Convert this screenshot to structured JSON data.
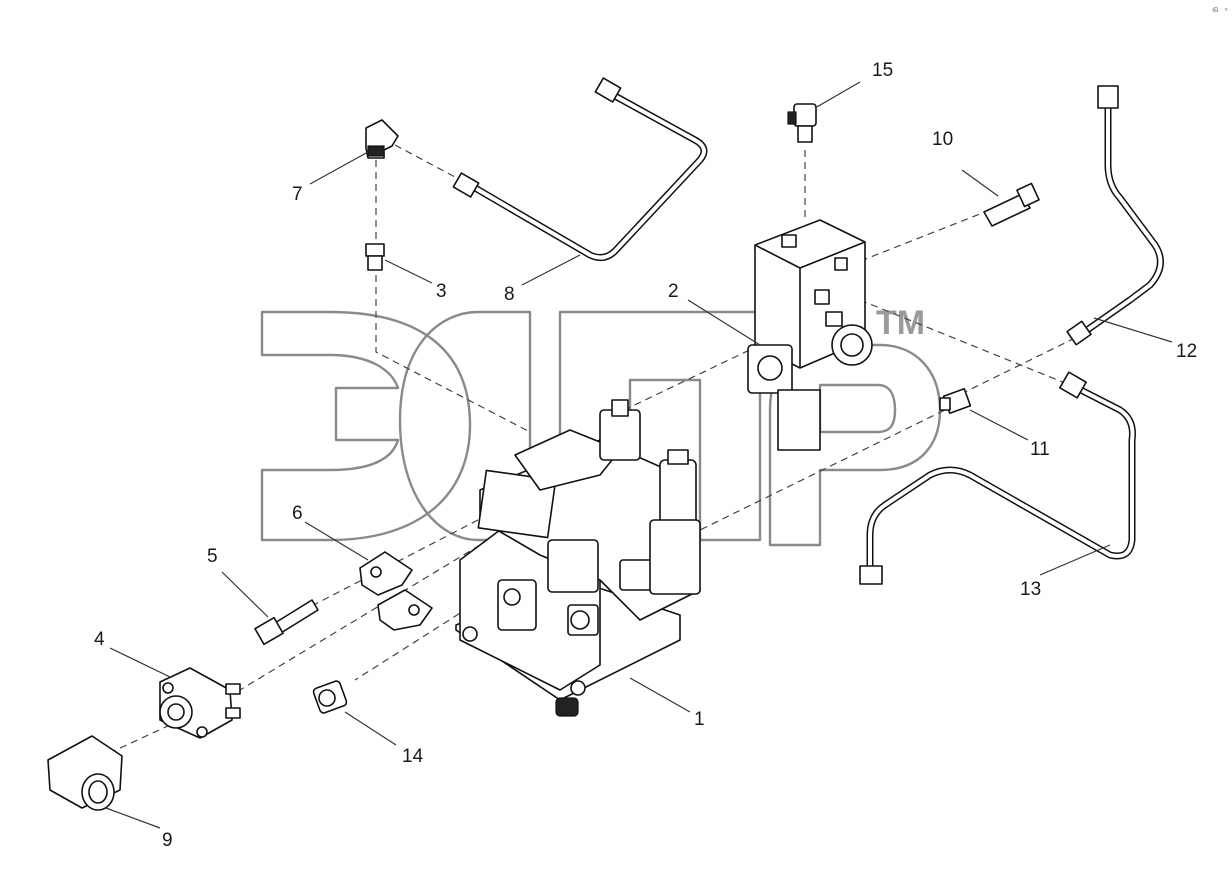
{
  "corner_mark": "ଈ ∘ ∘ ∘",
  "watermark": {
    "trademark": "TM"
  },
  "callouts": [
    {
      "id": "1",
      "label": "1"
    },
    {
      "id": "2",
      "label": "2"
    },
    {
      "id": "3",
      "label": "3"
    },
    {
      "id": "4",
      "label": "4"
    },
    {
      "id": "5",
      "label": "5"
    },
    {
      "id": "6",
      "label": "6"
    },
    {
      "id": "7",
      "label": "7"
    },
    {
      "id": "8",
      "label": "8"
    },
    {
      "id": "9",
      "label": "9"
    },
    {
      "id": "10",
      "label": "10"
    },
    {
      "id": "11",
      "label": "11"
    },
    {
      "id": "12",
      "label": "12"
    },
    {
      "id": "13",
      "label": "13"
    },
    {
      "id": "14",
      "label": "14"
    },
    {
      "id": "15",
      "label": "15"
    }
  ]
}
